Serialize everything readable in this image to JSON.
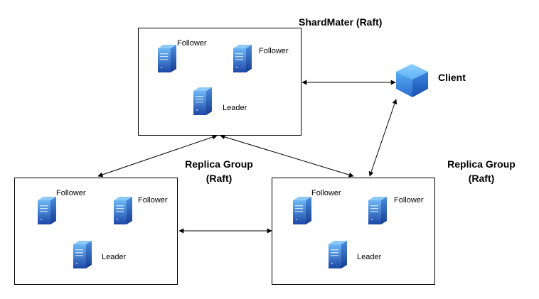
{
  "shardmaster": {
    "title": "ShardMater (Raft)",
    "servers": [
      {
        "role": "Follower"
      },
      {
        "role": "Follower"
      },
      {
        "role": "Leader"
      }
    ]
  },
  "client": {
    "label": "Client"
  },
  "replica_group_left": {
    "title_line1": "Replica Group",
    "title_line2": "(Raft)",
    "servers": [
      {
        "role": "Follower"
      },
      {
        "role": "Follower"
      },
      {
        "role": "Leader"
      }
    ]
  },
  "replica_group_right": {
    "title_line1": "Replica Group",
    "title_line2": "(Raft)",
    "servers": [
      {
        "role": "Follower"
      },
      {
        "role": "Follower"
      },
      {
        "role": "Leader"
      }
    ]
  },
  "connections": [
    {
      "from": "shardmaster",
      "to": "client",
      "arrows": "both"
    },
    {
      "from": "shardmaster",
      "to": "replica_group_left",
      "arrows": "both"
    },
    {
      "from": "shardmaster",
      "to": "replica_group_right",
      "arrows": "both"
    },
    {
      "from": "client",
      "to": "replica_group_right",
      "arrows": "both"
    },
    {
      "from": "replica_group_left",
      "to": "replica_group_right",
      "arrows": "both"
    }
  ],
  "colors": {
    "server_light": "#5aa9f0",
    "server_dark": "#1f4fae",
    "box_border": "#000000",
    "line": "#000000"
  },
  "icons": {
    "server": "server-tower-icon",
    "client": "cube-icon"
  }
}
